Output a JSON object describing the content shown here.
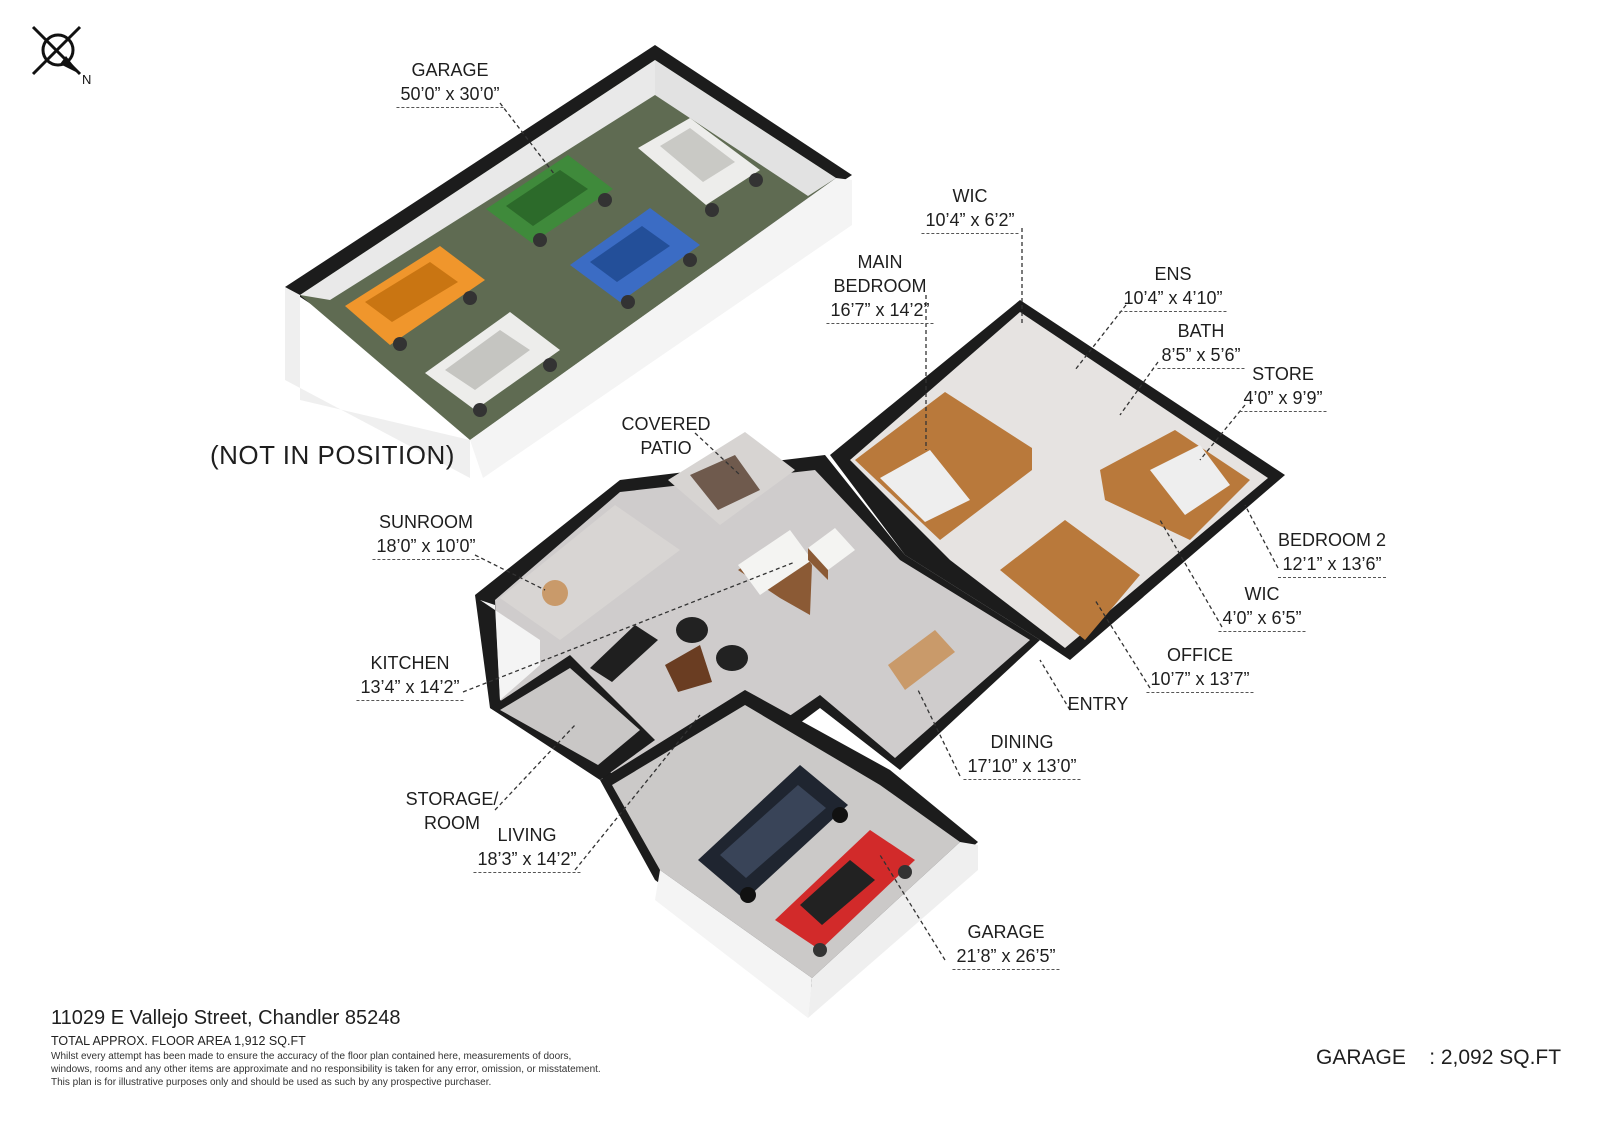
{
  "rooms": [
    {
      "id": "garage-detached",
      "name": "GARAGE",
      "dim": "50’0” x 30’0”"
    },
    {
      "id": "wic-main",
      "name": "WIC",
      "dim": "10’4” x 6’2”"
    },
    {
      "id": "main-bedroom",
      "name": "MAIN\nBEDROOM",
      "dim": "16’7” x 14’2”"
    },
    {
      "id": "ens",
      "name": "ENS",
      "dim": "10’4” x 4’10”"
    },
    {
      "id": "bath",
      "name": "BATH",
      "dim": "8’5” x 5’6”"
    },
    {
      "id": "store",
      "name": "STORE",
      "dim": "4’0” x 9’9”"
    },
    {
      "id": "covered-patio",
      "name": "COVERED\nPATIO",
      "dim": ""
    },
    {
      "id": "sunroom",
      "name": "SUNROOM",
      "dim": "18’0” x 10’0”"
    },
    {
      "id": "bedroom-2",
      "name": "BEDROOM 2",
      "dim": "12’1” x 13’6”"
    },
    {
      "id": "wic-2",
      "name": "WIC",
      "dim": "4’0” x 6’5”"
    },
    {
      "id": "kitchen",
      "name": "KITCHEN",
      "dim": "13’4” x 14’2”"
    },
    {
      "id": "office",
      "name": "OFFICE",
      "dim": "10’7” x 13’7”"
    },
    {
      "id": "entry",
      "name": "ENTRY",
      "dim": ""
    },
    {
      "id": "dining",
      "name": "DINING",
      "dim": "17’10” x 13’0”"
    },
    {
      "id": "storage-room",
      "name": "STORAGE/\nROOM",
      "dim": ""
    },
    {
      "id": "living",
      "name": "LIVING",
      "dim": "18’3” x 14’2”"
    },
    {
      "id": "garage-attached",
      "name": "GARAGE",
      "dim": "21’8” x 26’5”"
    }
  ],
  "not_in_position": "(NOT IN POSITION)",
  "compass": {
    "north": "N"
  },
  "footer": {
    "address": "11029 E Vallejo Street, Chandler 85248",
    "floor_area": "TOTAL APPROX. FLOOR AREA 1,912 SQ.FT",
    "disclaimer_1": "Whilst every attempt has been made to ensure the accuracy of the floor plan contained here, measurements of doors,",
    "disclaimer_2": "windows, rooms and any other items are approximate and no responsibility is taken for any error, omission, or misstatement.",
    "disclaimer_3": "This plan is for illustrative purposes only and should be used as such by any prospective purchaser."
  },
  "garage_total": "GARAGE    : 2,092 SQ.FT",
  "colors": {
    "wall_top": "#1c1c1c",
    "wall_face": "#f4f4f4",
    "garage_floor": "#5f6b52",
    "wood_floor": "#b9793b",
    "tile_floor": "#cfcccc",
    "car_orange": "#f0962c",
    "car_green": "#3f8a3b",
    "car_white": "#ededeb",
    "car_blue": "#3b6cc4",
    "car_black": "#1f2530",
    "car_red": "#d22a2a"
  }
}
